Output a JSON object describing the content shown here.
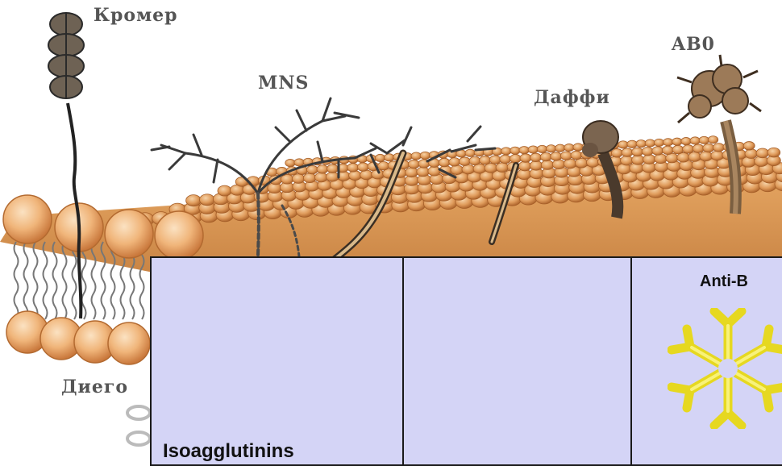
{
  "labels": {
    "kromer": "Кромер",
    "mns": "MNS",
    "duffy": "Даффи",
    "abo": "AB0",
    "diego": "Диего"
  },
  "table": {
    "anti_b": "Anti-B",
    "bottom_left": "Isoagglutinins"
  },
  "colors": {
    "bead_light": "#f6c896",
    "bead_dark": "#d48a4c",
    "protein": "#5a4a3a",
    "antibody": "#f4ee3a",
    "panel": "#d4d4f6"
  },
  "icons": [
    "antibody-icon",
    "glycan-tree-icon",
    "protein-chain-icon"
  ]
}
